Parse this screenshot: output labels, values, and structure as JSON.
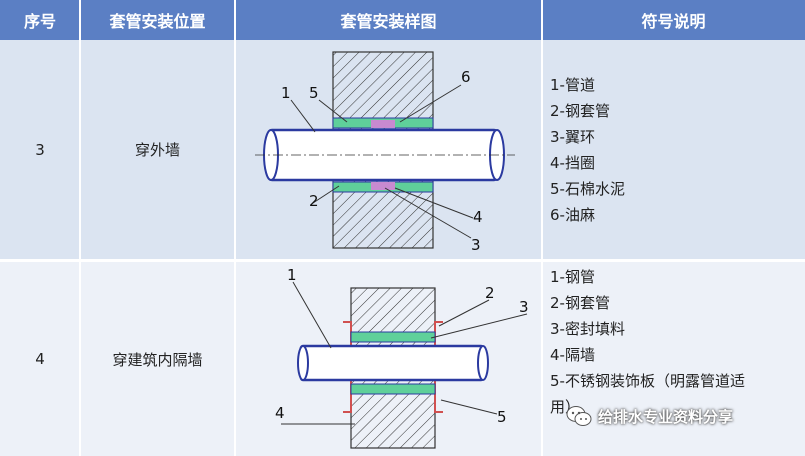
{
  "header": {
    "col1": "序号",
    "col2": "套管安装位置",
    "col3": "套管安装样图",
    "col4": "符号说明"
  },
  "rows": [
    {
      "num": "3",
      "position": "穿外墙",
      "labels": [
        "1",
        "2",
        "3",
        "4",
        "5",
        "6"
      ],
      "legend": [
        "1-管道",
        "2-钢套管",
        "3-翼环",
        "4-挡圈",
        "5-石棉水泥",
        "6-油麻"
      ]
    },
    {
      "num": "4",
      "position": "穿建筑内隔墙",
      "labels": [
        "1",
        "2",
        "3",
        "4",
        "5"
      ],
      "legend": [
        "1-钢管",
        "2-钢套管",
        "3-密封填料",
        "4-隔墙",
        "5-不锈钢装饰板（明露管道适",
        "用）"
      ]
    }
  ],
  "watermark": "给排水专业资料分享",
  "colors": {
    "header": "#5b7fc4",
    "row_a": "#dbe4f1",
    "row_b": "#edf1f8",
    "pipe": "#2b3aa0",
    "packing": "#5fd09a",
    "ring": "#c88ad0"
  }
}
